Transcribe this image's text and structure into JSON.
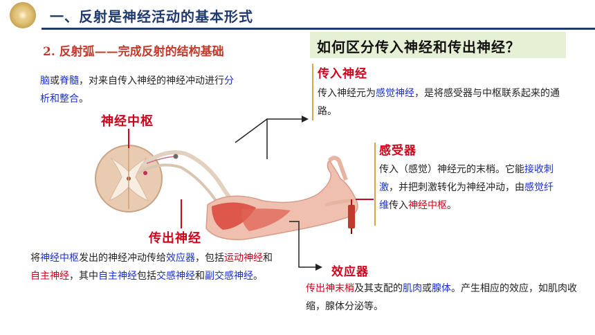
{
  "header": {
    "title": "一、反射是神经活动的基本形式"
  },
  "subtitle": "2.  反射弧——完成反射的结构基础",
  "question": "如何区分传入神经和传出神经？",
  "nerve_center": {
    "label": "神经中枢",
    "desc": [
      {
        "t": "脑",
        "c": "b"
      },
      {
        "t": "或",
        "c": ""
      },
      {
        "t": "脊髓",
        "c": "b"
      },
      {
        "t": "，对来自传入神经的神经冲动进行",
        "c": ""
      },
      {
        "t": "分析和整合",
        "c": "b"
      },
      {
        "t": "。",
        "c": ""
      }
    ]
  },
  "afferent": {
    "label": "传入神经",
    "desc": [
      {
        "t": "传入神经元为",
        "c": ""
      },
      {
        "t": "感觉神经",
        "c": "b"
      },
      {
        "t": "，是将感受器与中枢联系起来的通路。",
        "c": ""
      }
    ]
  },
  "receptor": {
    "label": "感受器",
    "desc": [
      {
        "t": "传入（感觉）神经元的末梢。它能",
        "c": ""
      },
      {
        "t": "接收刺激",
        "c": "b"
      },
      {
        "t": "，并把刺激转化为神经冲动，由",
        "c": ""
      },
      {
        "t": "感觉纤维",
        "c": "b"
      },
      {
        "t": "传入",
        "c": ""
      },
      {
        "t": "神经中枢",
        "c": "r"
      },
      {
        "t": "。",
        "c": ""
      }
    ]
  },
  "efferent": {
    "label": "传出神经",
    "desc": [
      {
        "t": "将",
        "c": ""
      },
      {
        "t": "神经中枢",
        "c": "b"
      },
      {
        "t": "发出的神经冲动传给",
        "c": ""
      },
      {
        "t": "效应器",
        "c": "b"
      },
      {
        "t": "，包括",
        "c": ""
      },
      {
        "t": "运动神经",
        "c": "r"
      },
      {
        "t": "和",
        "c": ""
      },
      {
        "t": "自主神经",
        "c": "r"
      },
      {
        "t": "，其中",
        "c": ""
      },
      {
        "t": "自主神经",
        "c": "b"
      },
      {
        "t": "包括",
        "c": ""
      },
      {
        "t": "交感神经",
        "c": "b"
      },
      {
        "t": "和",
        "c": ""
      },
      {
        "t": "副交感神经",
        "c": "b"
      },
      {
        "t": "。",
        "c": ""
      }
    ]
  },
  "effector": {
    "label": "效应器",
    "desc": [
      {
        "t": "传出神末梢",
        "c": "r"
      },
      {
        "t": "及其支配的",
        "c": ""
      },
      {
        "t": "肌肉",
        "c": "b"
      },
      {
        "t": "或",
        "c": ""
      },
      {
        "t": "腺体",
        "c": "b"
      },
      {
        "t": "。产生相应的效应，如肌肉收缩，腺体分泌等。",
        "c": ""
      }
    ]
  },
  "colors": {
    "heading": "#1f3a6e",
    "accent_red": "#d0021b",
    "keyword_blue": "#1a2fd0",
    "question_bg": "#e6f0d4",
    "side_bar": "#d9a441"
  },
  "icons": [
    "logo-emblem",
    "spinal-cord-section",
    "arm-and-hand",
    "pointer-arrow"
  ]
}
